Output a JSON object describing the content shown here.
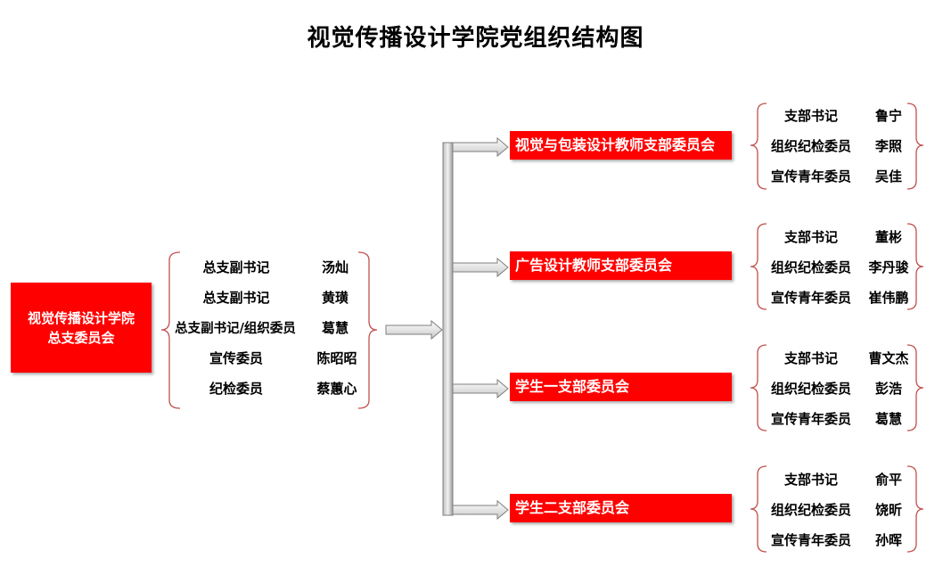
{
  "title": "视觉传播设计学院党组织结构图",
  "root": {
    "line1": "视觉传播设计学院",
    "line2": "总支委员会",
    "members": [
      {
        "role": "总支副书记",
        "name": "汤灿"
      },
      {
        "role": "总支副书记",
        "name": "黄璜"
      },
      {
        "role": "总支副书记/组织委员",
        "name": "葛慧"
      },
      {
        "role": "宣传委员",
        "name": "陈昭昭"
      },
      {
        "role": "纪检委员",
        "name": "蔡蕙心"
      }
    ]
  },
  "branches": [
    {
      "name": "视觉与包装设计教师支部委员会",
      "members": [
        {
          "role": "支部书记",
          "name": "鲁宁"
        },
        {
          "role": "组织纪检委员",
          "name": "李照"
        },
        {
          "role": "宣传青年委员",
          "name": "吴佳"
        }
      ]
    },
    {
      "name": "广告设计教师支部委员会",
      "members": [
        {
          "role": "支部书记",
          "name": "董彬"
        },
        {
          "role": "组织纪检委员",
          "name": "李丹骏"
        },
        {
          "role": "宣传青年委员",
          "name": "崔伟鹏"
        }
      ]
    },
    {
      "name": "学生一支部委员会",
      "members": [
        {
          "role": "支部书记",
          "name": "曹文杰"
        },
        {
          "role": "组织纪检委员",
          "name": "彭浩"
        },
        {
          "role": "宣传青年委员",
          "name": "葛慧"
        }
      ]
    },
    {
      "name": "学生二支部委员会",
      "members": [
        {
          "role": "支部书记",
          "name": "俞平"
        },
        {
          "role": "组织纪检委员",
          "name": "饶昕"
        },
        {
          "role": "宣传青年委员",
          "name": "孙晖"
        }
      ]
    }
  ],
  "colors": {
    "box": "#ff0000",
    "bracket": "#c0504d",
    "arrow_fill": "#e8e8e8",
    "arrow_stroke": "#7f7f7f"
  }
}
